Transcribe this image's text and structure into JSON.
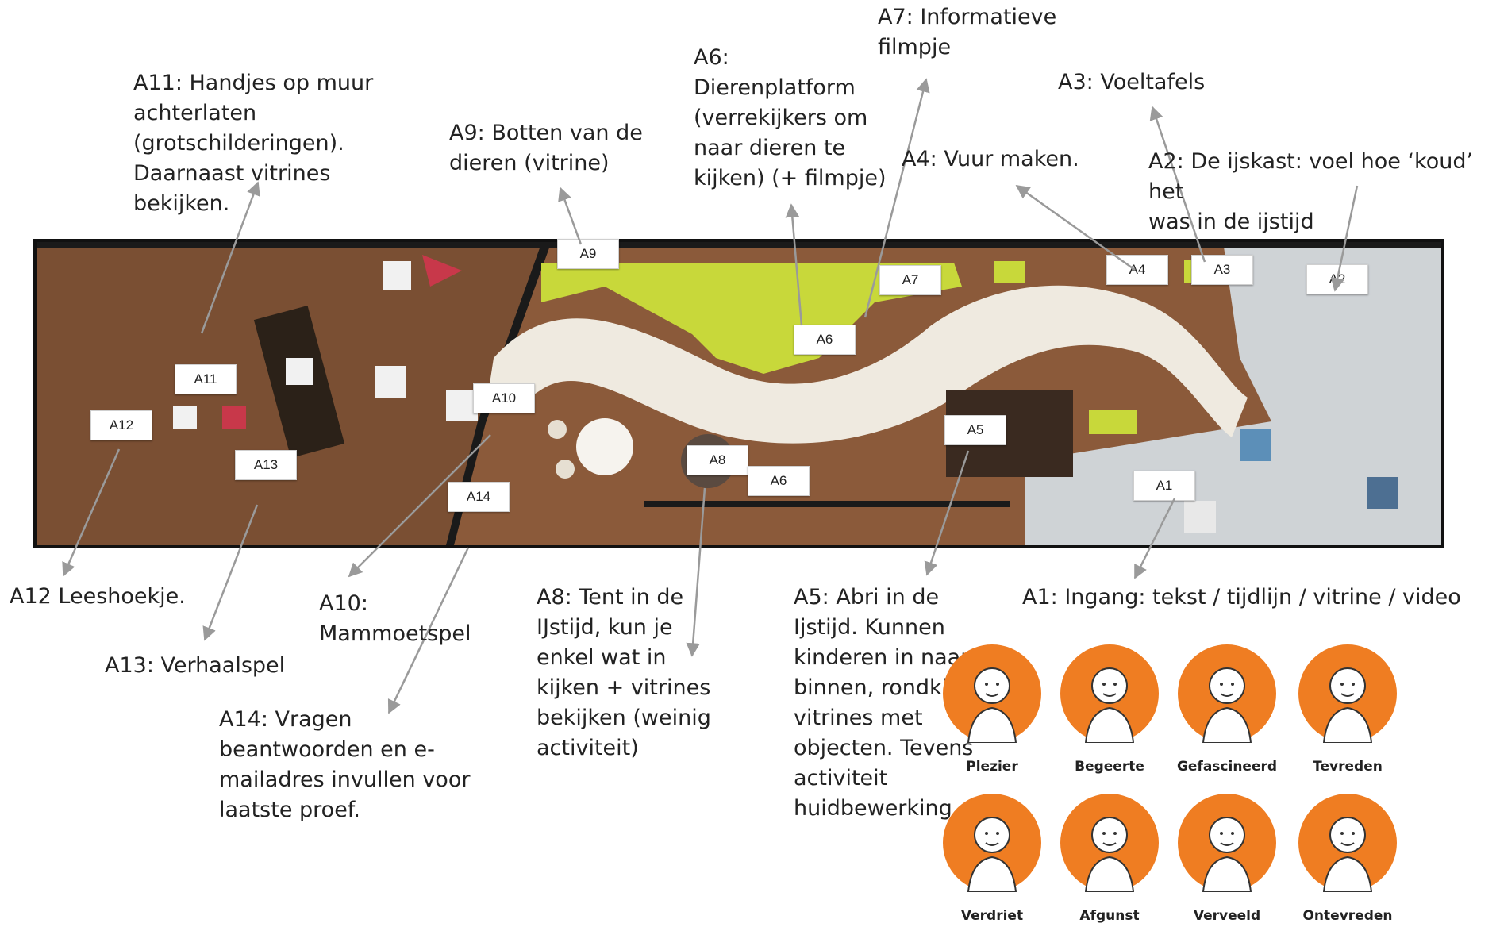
{
  "floorplan": {
    "labels": [
      "A1",
      "A2",
      "A3",
      "A4",
      "A5",
      "A6",
      "A6",
      "A7",
      "A8",
      "A9",
      "A10",
      "A11",
      "A12",
      "A13",
      "A14"
    ]
  },
  "callouts": [
    {
      "id": "a1",
      "text": "A1: Ingang: tekst / tijdlijn / vitrine / video"
    },
    {
      "id": "a2",
      "text": "A2: De ijskast: voel hoe ‘koud’ het\nwas in de ijstijd"
    },
    {
      "id": "a3",
      "text": "A3: Voeltafels"
    },
    {
      "id": "a4",
      "text": "A4: Vuur maken."
    },
    {
      "id": "a5",
      "text": "A5: Abri in de\nIjstijd. Kunnen\nkinderen in naar\nbinnen, rondkijken,\nvitrines met\nobjecten. Tevens\nactiviteit\nhuidbewerking."
    },
    {
      "id": "a6",
      "text": "A6:\nDierenplatform\n(verrekijkers om\nnaar dieren te\nkijken) (+ filmpje)"
    },
    {
      "id": "a7",
      "text": "A7: Informatieve\nfilmpje"
    },
    {
      "id": "a8",
      "text": "A8: Tent in de\nIJstijd, kun je\nenkel wat in\nkijken + vitrines\nbekijken (weinig\nactiviteit)"
    },
    {
      "id": "a9",
      "text": "A9: Botten van de\ndieren (vitrine)"
    },
    {
      "id": "a10",
      "text": "A10:\nMammoetspel"
    },
    {
      "id": "a11",
      "text": "A11: Handjes op muur\nachterlaten\n(grotschilderingen).\nDaarnaast vitrines\nbekijken."
    },
    {
      "id": "a12",
      "text": "A12 Leeshoekje."
    },
    {
      "id": "a13",
      "text": "A13: Verhaalspel"
    },
    {
      "id": "a14",
      "text": "A14: Vragen\nbeantwoorden en e-\nmailadres invullen voor\nlaatste proef."
    }
  ],
  "emotions": [
    "Plezier",
    "Begeerte",
    "Gefascineerd",
    "Tevreden",
    "Verdriet",
    "Afgunst",
    "Verveeld",
    "Ontevreden"
  ],
  "colors": {
    "floor_brown": "#8b5a3a",
    "path_cream": "#efeae0",
    "platform_lime": "#c8d83a",
    "emotion_orange": "#ef7d22",
    "arrow_gray": "#9a9a9a"
  }
}
